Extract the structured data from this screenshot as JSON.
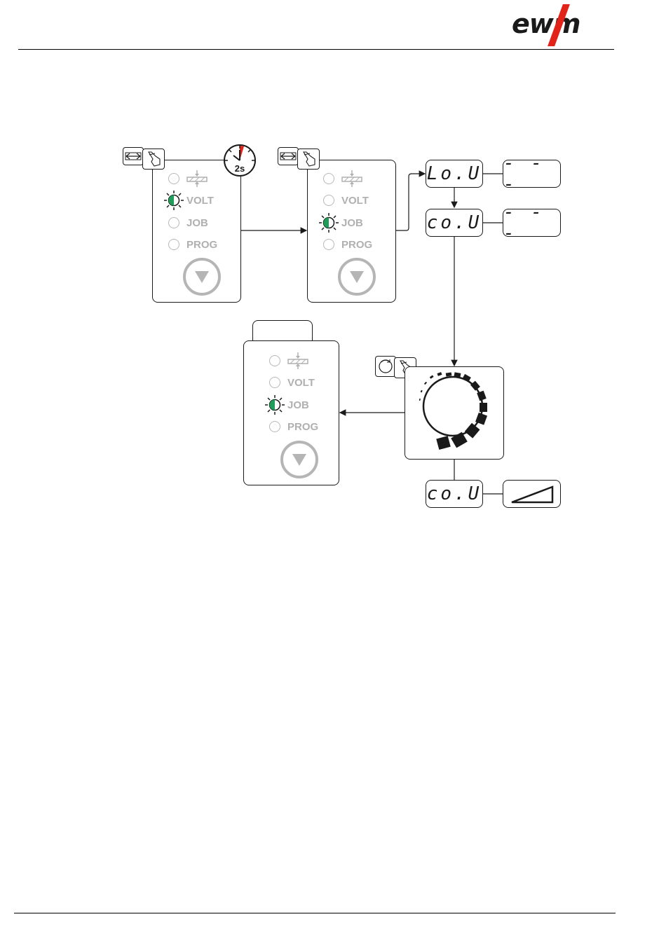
{
  "header": {
    "logo": "ewm"
  },
  "colors": {
    "accent_red": "#e2231a",
    "led_green": "#1f9e5a",
    "grey": "#b0b0b0"
  },
  "panels": [
    {
      "leds": [
        "",
        "VOLT",
        "JOB",
        "PROG"
      ],
      "active": "VOLT"
    },
    {
      "leds": [
        "",
        "VOLT",
        "JOB",
        "PROG"
      ],
      "active": "JOB"
    },
    {
      "leds": [
        "",
        "VOLT",
        "JOB",
        "PROG"
      ],
      "active": "JOB"
    }
  ],
  "timer": {
    "label": "2s"
  },
  "displays": {
    "lou": "Lo.U",
    "cou1": "co.U",
    "dash1": "- - -",
    "dash2": "- - -",
    "cou2": "co.U"
  },
  "icons": [
    "swap-arrows-icon",
    "hand-press-icon",
    "rotary-knob-icon",
    "ramp-triangle-icon",
    "down-arrow-icon",
    "timer-icon"
  ]
}
